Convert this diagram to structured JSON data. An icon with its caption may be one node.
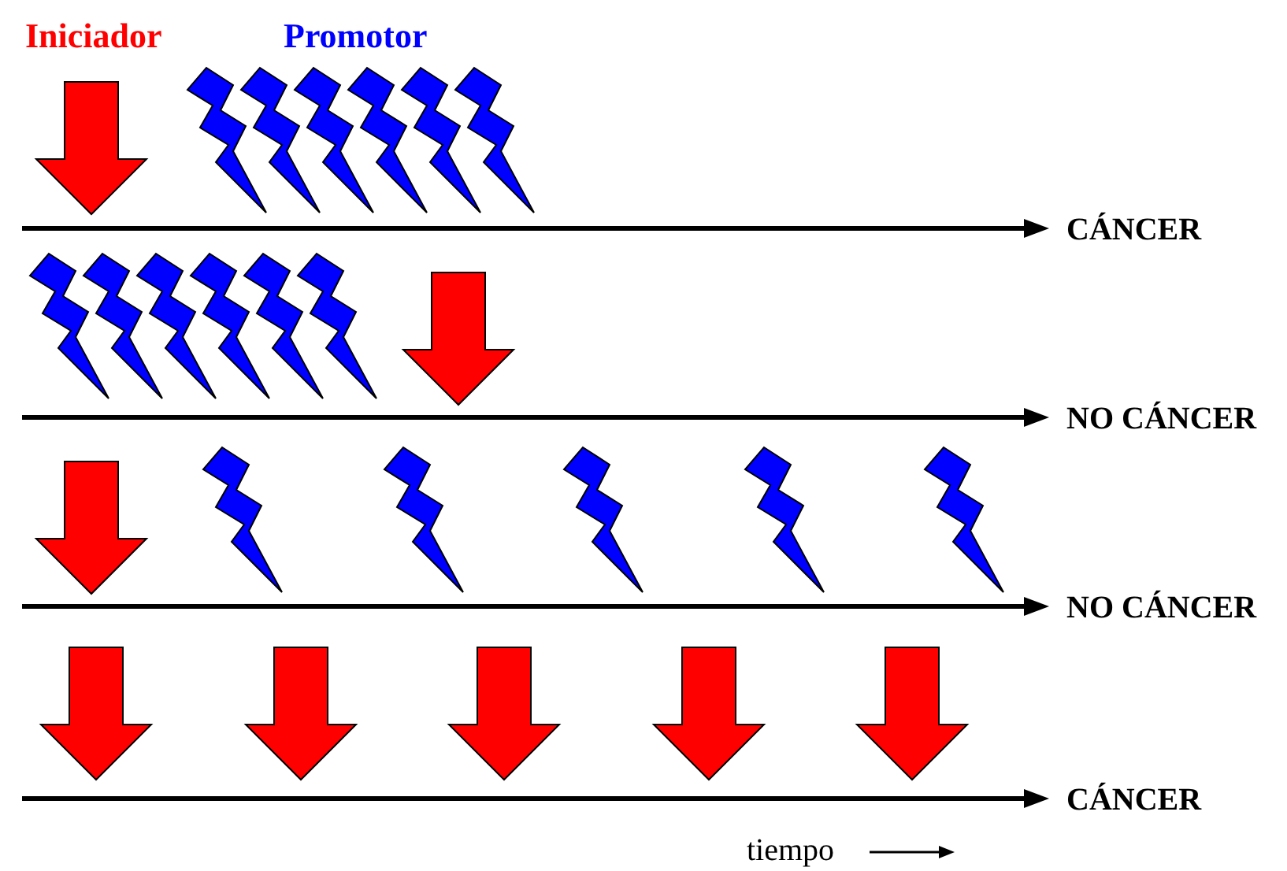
{
  "diagram": {
    "labels": [
      "Iniciador",
      "Promotor",
      "CÁNCER",
      "NO CÁNCER",
      "NO CÁNCER",
      "CÁNCER",
      "tiempo"
    ]
  }
}
